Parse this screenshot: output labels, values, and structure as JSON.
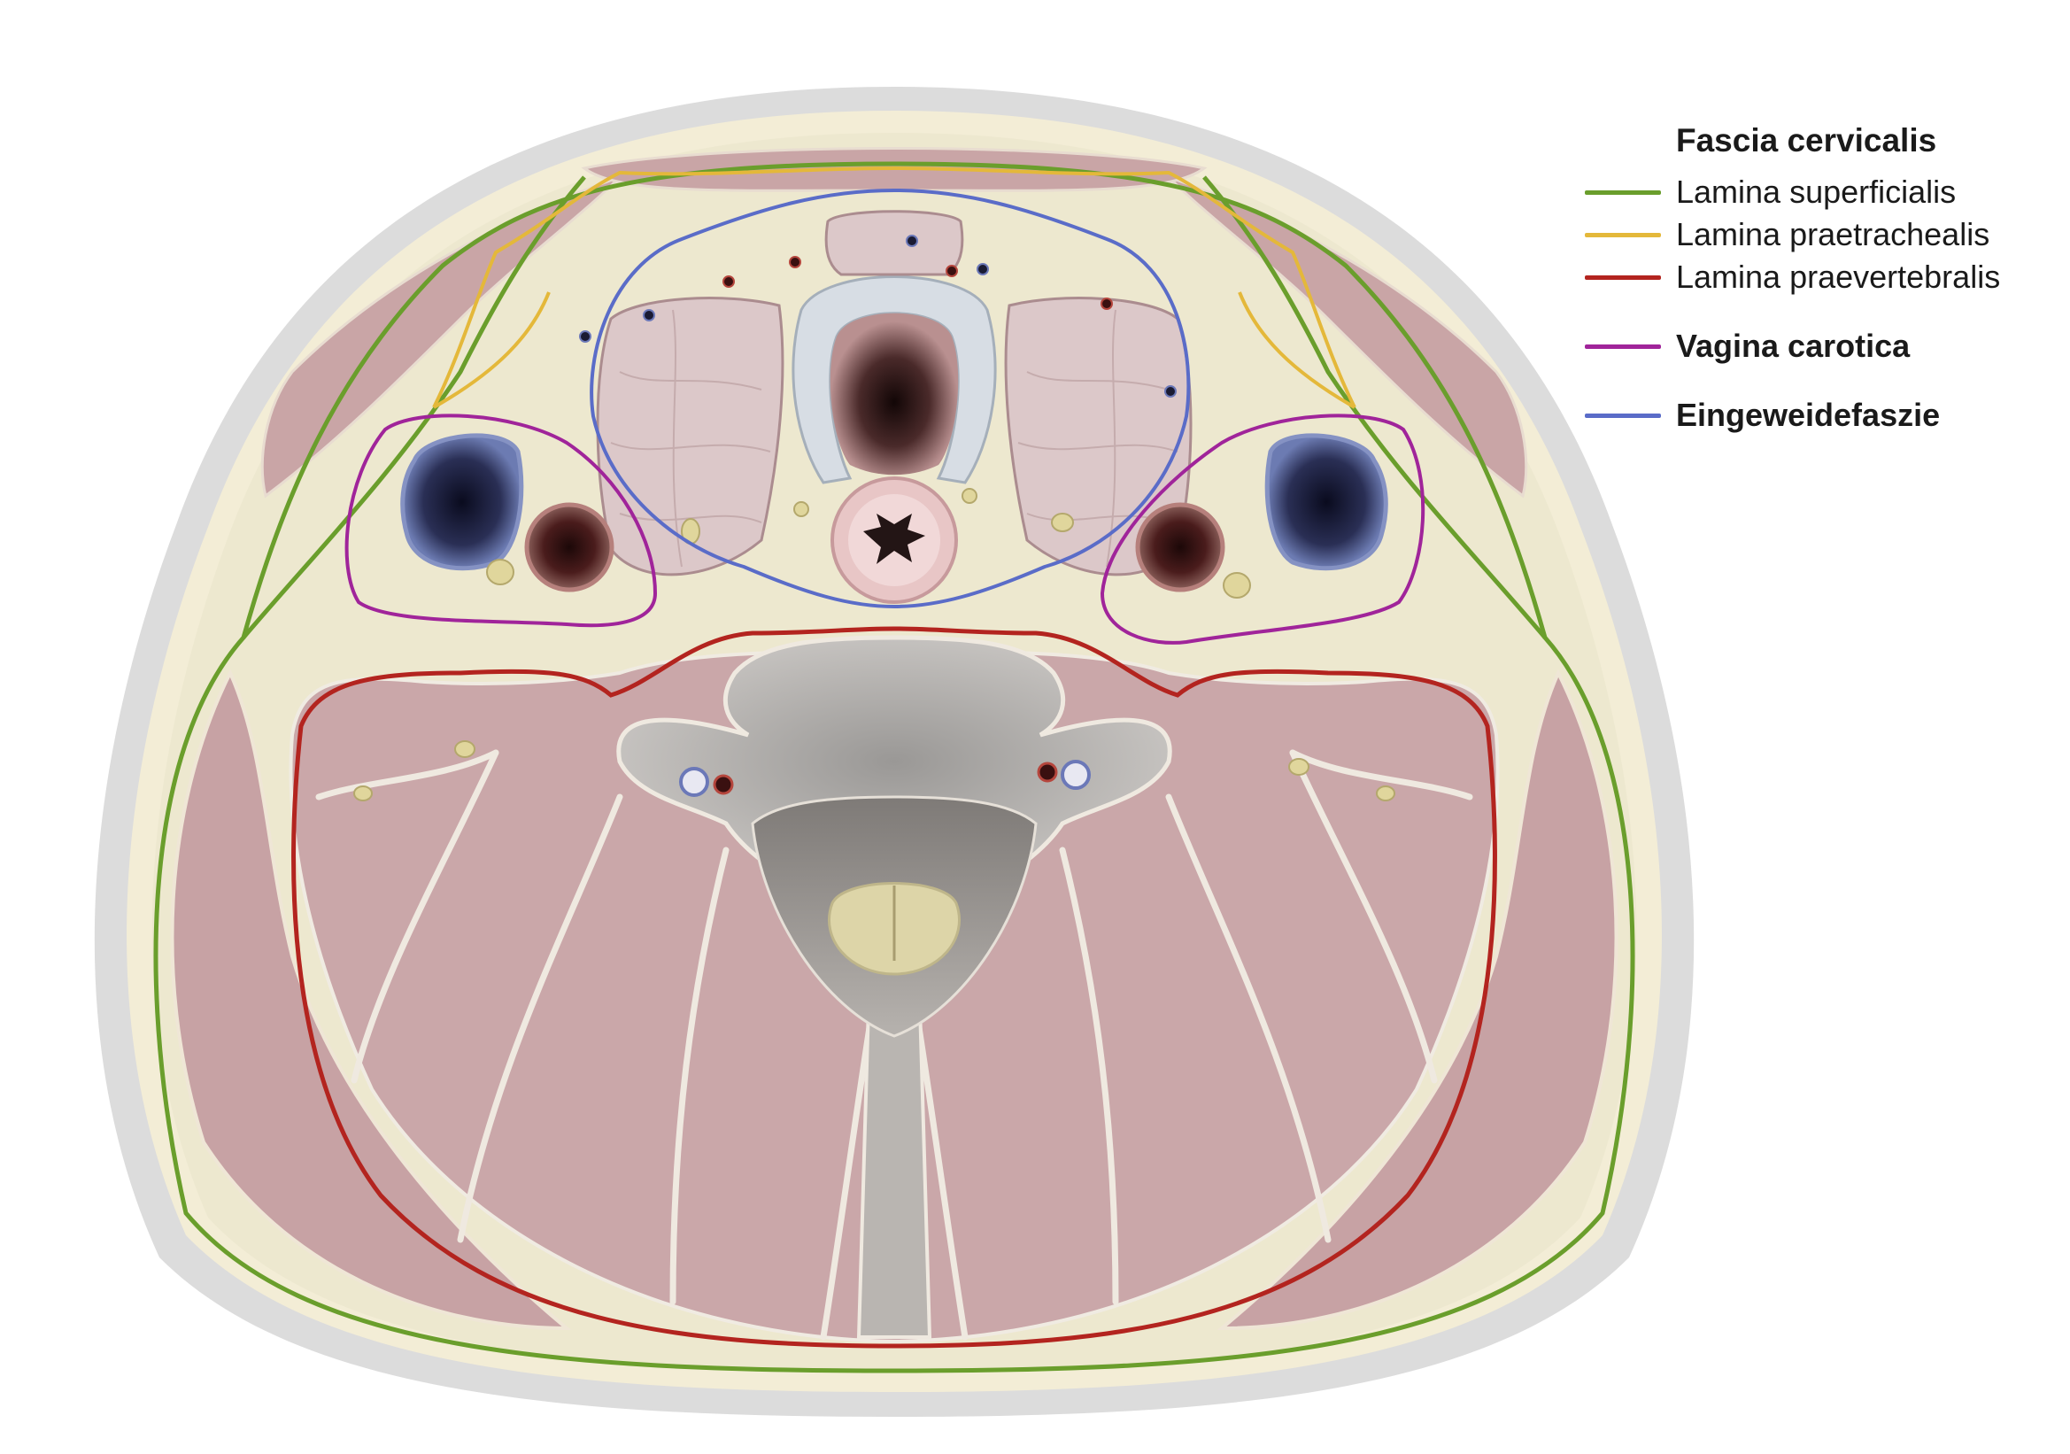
{
  "legend": {
    "title": "Fascia cervicalis",
    "items": [
      {
        "label": "Lamina superficialis",
        "color": "#6a9e2c",
        "bold": false
      },
      {
        "label": "Lamina praetrachealis",
        "color": "#e4b83a",
        "bold": false
      },
      {
        "label": "Lamina praevertebralis",
        "color": "#b3241f",
        "bold": false
      },
      {
        "label": "Vagina carotica",
        "color": "#a0249a",
        "bold": true
      },
      {
        "label": "Eingeweidefaszie",
        "color": "#5a6cc8",
        "bold": true
      }
    ]
  }
}
